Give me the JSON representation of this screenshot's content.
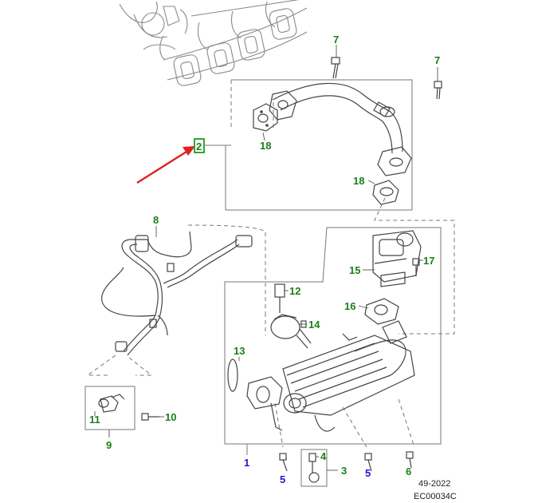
{
  "diagram": {
    "callouts": [
      {
        "id": "c7a",
        "label": "7",
        "color": "green"
      },
      {
        "id": "c7b",
        "label": "7",
        "color": "green"
      },
      {
        "id": "c18a",
        "label": "18",
        "color": "green"
      },
      {
        "id": "c18b",
        "label": "18",
        "color": "green"
      },
      {
        "id": "c2",
        "label": "2",
        "color": "green",
        "highlighted": true
      },
      {
        "id": "c8",
        "label": "8",
        "color": "green"
      },
      {
        "id": "c17",
        "label": "17",
        "color": "green"
      },
      {
        "id": "c15",
        "label": "15",
        "color": "green"
      },
      {
        "id": "c12",
        "label": "12",
        "color": "green"
      },
      {
        "id": "c16",
        "label": "16",
        "color": "green"
      },
      {
        "id": "c14",
        "label": "14",
        "color": "green"
      },
      {
        "id": "c13",
        "label": "13",
        "color": "green"
      },
      {
        "id": "c11",
        "label": "11",
        "color": "green"
      },
      {
        "id": "c10",
        "label": "10",
        "color": "green"
      },
      {
        "id": "c9",
        "label": "9",
        "color": "green"
      },
      {
        "id": "c1",
        "label": "1",
        "color": "blue"
      },
      {
        "id": "c4",
        "label": "4",
        "color": "green"
      },
      {
        "id": "c3",
        "label": "3",
        "color": "green"
      },
      {
        "id": "c5a",
        "label": "5",
        "color": "blue"
      },
      {
        "id": "c5b",
        "label": "5",
        "color": "blue"
      },
      {
        "id": "c6",
        "label": "6",
        "color": "green"
      }
    ],
    "footer": {
      "date": "49-2022",
      "code": "EC00034C"
    },
    "colors": {
      "callout_green": "#1a7f1a",
      "callout_blue": "#1a1acc",
      "arrow_red": "#e02020",
      "highlight_box": "#1a9f1a",
      "line_art": "#8a8a8a"
    }
  }
}
